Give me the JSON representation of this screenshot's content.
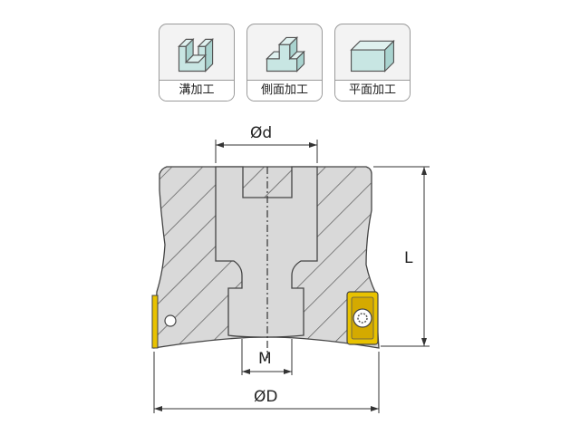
{
  "operations": [
    {
      "label": "溝加工",
      "icon": "slot-machining-icon"
    },
    {
      "label": "側面加工",
      "icon": "side-machining-icon"
    },
    {
      "label": "平面加工",
      "icon": "face-machining-icon"
    }
  ],
  "dimensions": {
    "bore": "Ød",
    "thread": "M",
    "outer_diameter": "ØD",
    "length": "L"
  },
  "colors": {
    "icon_fill": "#c8e6e3",
    "insert_gold": "#e8c200",
    "hatch": "#555555"
  }
}
